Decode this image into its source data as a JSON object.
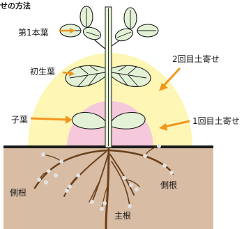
{
  "title": "せの方法",
  "labels": {
    "true_leaf": "第1本葉",
    "first_leaf": "初生葉",
    "cotyledon": "子葉",
    "second_hilling": "2回目土寄せ",
    "first_hilling": "1回目土寄せ",
    "lateral_root_left": "側根",
    "lateral_root_right": "側根",
    "main_root": "主根"
  },
  "colors": {
    "second_hilling_zone": "#fdf6b4",
    "first_hilling_zone": "#f6c8dc",
    "soil": "#d8bca4",
    "ground_line": "#1a1a1a",
    "stem": "#e3f1d6",
    "leaf": "#e3f1d6",
    "outline": "#1a1a1a",
    "root": "#6a3f19",
    "arrow": "#f0961e",
    "root_hair": "#e2e2e2"
  }
}
